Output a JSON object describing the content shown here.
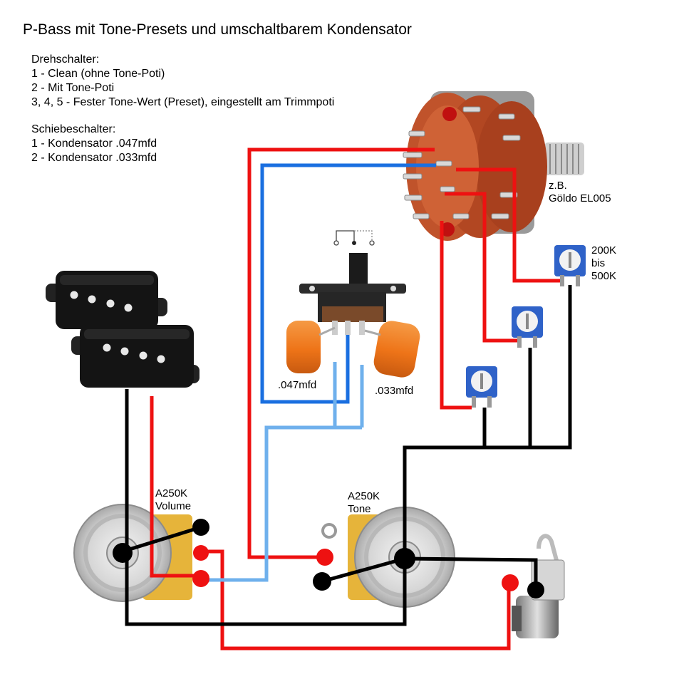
{
  "title": "P-Bass mit Tone-Presets und umschaltbarem Kondensator",
  "rotary_switch_notes": {
    "heading": "Drehschalter:",
    "lines": [
      "1 - Clean (ohne Tone-Poti)",
      "2 - Mit Tone-Poti",
      "3, 4, 5 - Fester Tone-Wert (Preset), eingestellt am Trimmpoti"
    ]
  },
  "slide_switch_notes": {
    "heading": "Schiebeschalter:",
    "lines": [
      "1 - Kondensator .047mfd",
      "2 - Kondensator .033mfd"
    ]
  },
  "labels": {
    "rotary_example_1": "z.B.",
    "rotary_example_2": "Göldo EL005",
    "trimpot_1": "200K",
    "trimpot_2": "bis",
    "trimpot_3": "500K",
    "cap_047": ".047mfd",
    "cap_033": ".033mfd",
    "volume_pot_1": "A250K",
    "volume_pot_2": "Volume",
    "tone_pot_1": "A250K",
    "tone_pot_2": "Tone"
  },
  "colors": {
    "wire_hot": "#ee1111",
    "wire_ground": "#000000",
    "wire_blue_dark": "#1a6fe0",
    "wire_blue_light": "#6fb0ec",
    "cap_orange": "#f07a1e",
    "switch_wafer": "#c8502a",
    "trimpot_blue": "#2f62c8"
  }
}
